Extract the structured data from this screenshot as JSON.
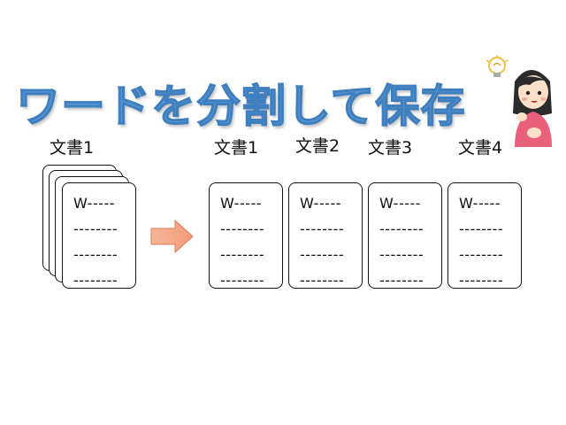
{
  "title": "ワードを分割して保存",
  "source": {
    "label": "文書1",
    "lines": [
      "W-----",
      "--------",
      "--------",
      "--------"
    ]
  },
  "outputs": [
    {
      "label": "文書1",
      "lines": [
        "W-----",
        "--------",
        "--------",
        "--------"
      ]
    },
    {
      "label": "文書2",
      "lines": [
        "W-----",
        "--------",
        "--------",
        "--------"
      ]
    },
    {
      "label": "文書3",
      "lines": [
        "W-----",
        "--------",
        "--------",
        "--------"
      ]
    },
    {
      "label": "文書4",
      "lines": [
        "W-----",
        "--------",
        "--------",
        "--------"
      ]
    }
  ],
  "icons": {
    "arrow": "right-arrow-icon",
    "person": "woman-idea-illustration",
    "bulb": "lightbulb-icon"
  },
  "colors": {
    "title": "#5b9bd5",
    "arrow": "#f4a582"
  }
}
